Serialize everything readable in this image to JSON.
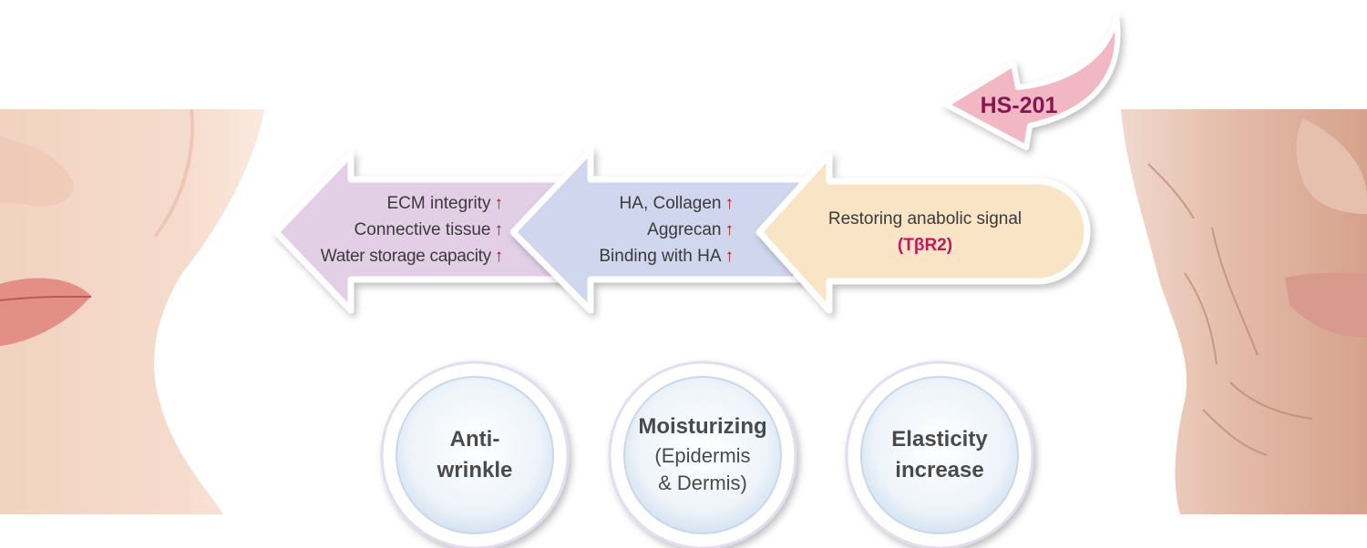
{
  "colors": {
    "arrow_left": "#e2cfe6",
    "arrow_middle": "#cfd6ee",
    "arrow_right": "#fae4c6",
    "curved_arrow": "#f1b7c2",
    "up_mark": "#b5121b",
    "accent_text": "#c2185b",
    "hs_text": "#8a1554"
  },
  "diagram": {
    "curved_arrow": {
      "label": "HS-201"
    },
    "arrows": [
      {
        "id": "restoring",
        "lines": [
          "Restoring anabolic signal"
        ],
        "highlight": "(TβR2)"
      },
      {
        "id": "matrix",
        "lines": [
          "HA, Collagen",
          "Aggrecan",
          "Binding with HA"
        ],
        "indicator": "↑"
      },
      {
        "id": "outcomes",
        "lines": [
          "ECM integrity",
          "Connective tissue",
          "Water storage capacity"
        ],
        "indicator": "↑"
      }
    ],
    "benefits": [
      {
        "bold": [
          "Anti-",
          "wrinkle"
        ]
      },
      {
        "bold": [
          "Moisturizing"
        ],
        "normal": [
          "(Epidermis",
          "& Dermis)"
        ]
      },
      {
        "bold": [
          "Elasticity",
          "increase"
        ]
      }
    ]
  },
  "images": {
    "left": {
      "icon": "young-face-photo"
    },
    "right": {
      "icon": "aged-face-photo"
    }
  }
}
